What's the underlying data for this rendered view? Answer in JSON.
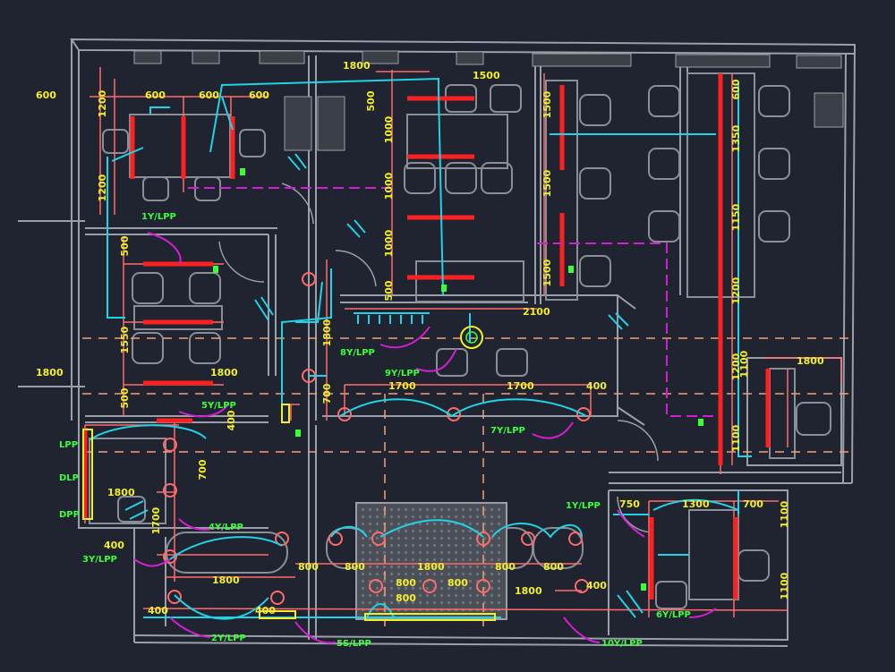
{
  "drawing": {
    "colors": {
      "background": "#1f2430",
      "wall": "#9aa0a8",
      "furniture": "#8a8f96",
      "cable": "#22d3e6",
      "wire": "#ff6b6b",
      "fixture": "#ff2020",
      "conduit": "#d21fd2",
      "text": "#f2ee2a",
      "tag": "#3cff3c",
      "grid": "#f2a07a"
    },
    "dims": [
      {
        "t": "600"
      },
      {
        "t": "600"
      },
      {
        "t": "600"
      },
      {
        "t": "600"
      },
      {
        "t": "1800"
      },
      {
        "t": "1500"
      },
      {
        "t": "1200"
      },
      {
        "t": "1200"
      },
      {
        "t": "500"
      },
      {
        "t": "1000"
      },
      {
        "t": "1000"
      },
      {
        "t": "1000"
      },
      {
        "t": "500"
      },
      {
        "t": "1500"
      },
      {
        "t": "1500"
      },
      {
        "t": "1500"
      },
      {
        "t": "600"
      },
      {
        "t": "1350"
      },
      {
        "t": "1150"
      },
      {
        "t": "1200"
      },
      {
        "t": "1200"
      },
      {
        "t": "1100"
      },
      {
        "t": "500"
      },
      {
        "t": "1550"
      },
      {
        "t": "500"
      },
      {
        "t": "1800"
      },
      {
        "t": "1800"
      },
      {
        "t": "400"
      },
      {
        "t": "1800"
      },
      {
        "t": "700"
      },
      {
        "t": "2100"
      },
      {
        "t": "1700"
      },
      {
        "t": "1700"
      },
      {
        "t": "1800"
      },
      {
        "t": "400"
      },
      {
        "t": "1100"
      },
      {
        "t": "1800"
      },
      {
        "t": "700"
      },
      {
        "t": "1700"
      },
      {
        "t": "400"
      },
      {
        "t": "1800"
      },
      {
        "t": "800"
      },
      {
        "t": "800"
      },
      {
        "t": "1800"
      },
      {
        "t": "800"
      },
      {
        "t": "800"
      },
      {
        "t": "800"
      },
      {
        "t": "800"
      },
      {
        "t": "800"
      },
      {
        "t": "1800"
      },
      {
        "t": "400"
      },
      {
        "t": "400"
      },
      {
        "t": "400"
      },
      {
        "t": "750"
      },
      {
        "t": "1300"
      },
      {
        "t": "700"
      },
      {
        "t": "1100"
      },
      {
        "t": "1100"
      }
    ],
    "tags": [
      {
        "t": "1Y/LPP"
      },
      {
        "t": "8Y/LPP"
      },
      {
        "t": "9Y/LPP"
      },
      {
        "t": "5Y/LPP"
      },
      {
        "t": "7Y/LPP"
      },
      {
        "t": "4Y/LPP"
      },
      {
        "t": "3Y/LPP"
      },
      {
        "t": "2Y/LPP"
      },
      {
        "t": "5S/LPP"
      },
      {
        "t": "10Y/LPP"
      },
      {
        "t": "1Y/LPP"
      },
      {
        "t": "6Y/LPP"
      },
      {
        "t": "LPP"
      },
      {
        "t": "DLP"
      },
      {
        "t": "DPP"
      }
    ]
  }
}
